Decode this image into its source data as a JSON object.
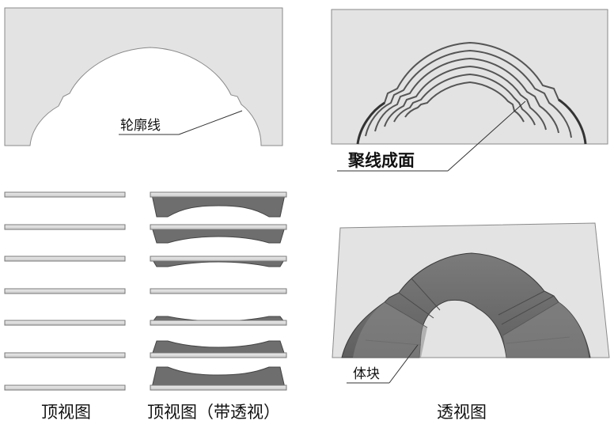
{
  "labels": {
    "contour_line": "轮廓线",
    "lines_to_surface": "聚线成面",
    "solid_block": "体块"
  },
  "captions": {
    "top_view": "顶视图",
    "top_view_with_perspective": "顶视图（带透视）",
    "perspective_view": "透视图"
  },
  "colors": {
    "panel_fill": "#e3e3e3",
    "panel_stroke": "#7a7a7a",
    "solid_fill": "#6f6f6f",
    "solid_dark": "#555555",
    "line_color": "#333333"
  }
}
